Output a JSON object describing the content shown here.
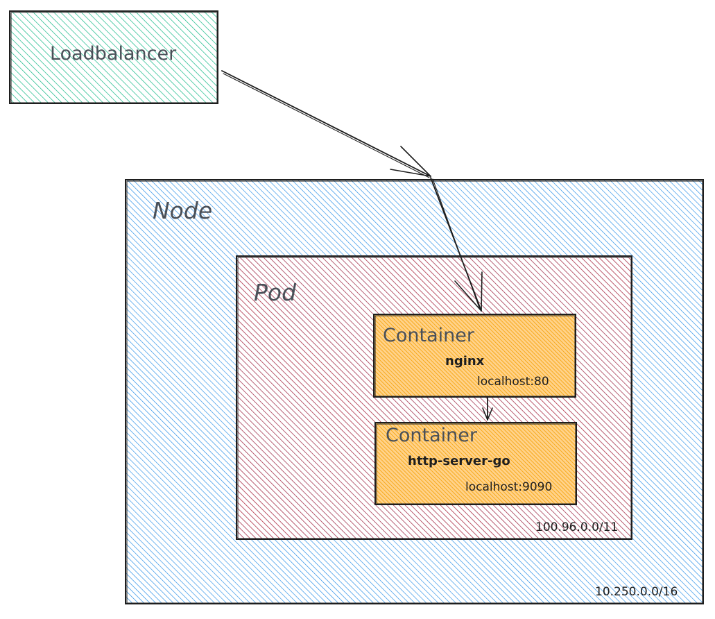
{
  "loadbalancer": {
    "label": "Loadbalancer",
    "color": "#12b886"
  },
  "node": {
    "label": "Node",
    "cidr": "10.250.0.0/16",
    "color": "#228be6"
  },
  "pod": {
    "label": "Pod",
    "cidr": "100.96.0.0/11",
    "color": "#e03131"
  },
  "containers": [
    {
      "title": "Container",
      "name": "nginx",
      "address": "localhost:80",
      "color": "#f59f00"
    },
    {
      "title": "Container",
      "name": "http-server-go",
      "address": "localhost:9090",
      "color": "#f59f00"
    }
  ]
}
